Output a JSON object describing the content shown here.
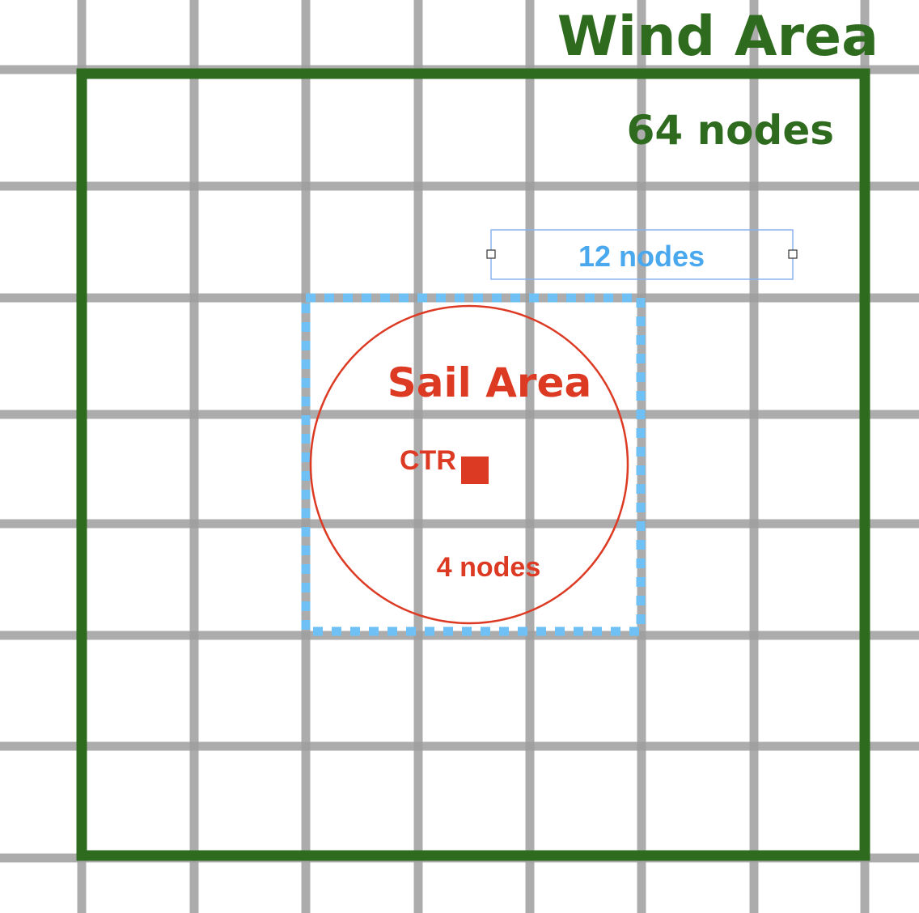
{
  "colors": {
    "grid": "#9e9e9e",
    "wind": "#2f6b1f",
    "sail": "#dd3a24",
    "blue": "#6ec0f5",
    "blue_text": "#4aa8ef",
    "blue_box": "#8ab4ee"
  },
  "wind_area": {
    "title": "Wind Area",
    "nodes_label": "64 nodes"
  },
  "blue_area": {
    "nodes_label": "12 nodes"
  },
  "sail_area": {
    "title": "Sail Area",
    "center_label": "CTR",
    "nodes_label": "4 nodes"
  }
}
